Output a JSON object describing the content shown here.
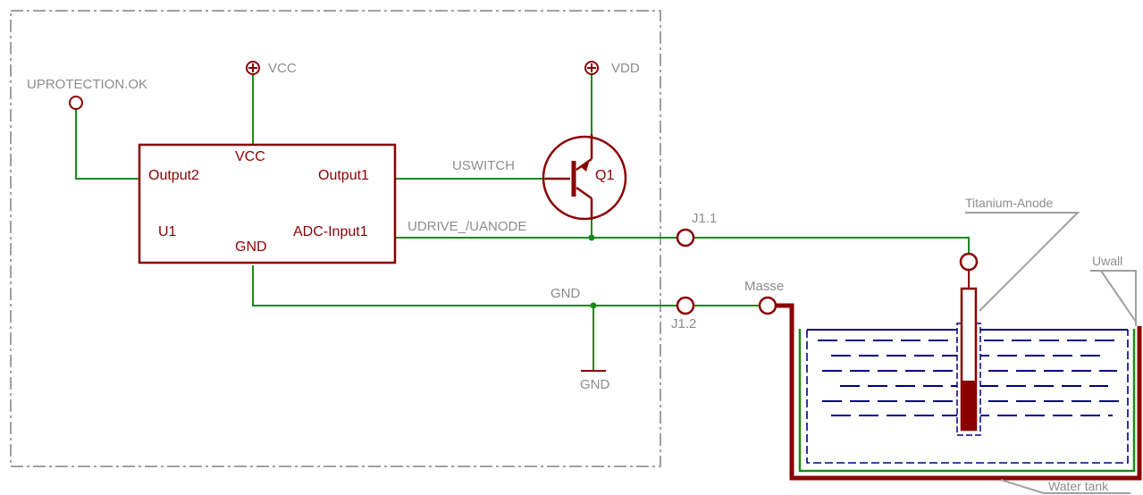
{
  "colors": {
    "wire": "#1a8a1a",
    "component": "#8b0000",
    "label": "#8c8c8c",
    "water": "#000080",
    "frame": "#a0a0a0"
  },
  "supplies": {
    "vcc": "VCC",
    "vdd": "VDD",
    "uprotection": "UPROTECTION.OK",
    "gnd_symbol": "GND"
  },
  "u1": {
    "name": "U1",
    "vcc_pin": "VCC",
    "gnd_pin": "GND",
    "output2": "Output2",
    "output1": "Output1",
    "adc_input1": "ADC-Input1"
  },
  "transistor": {
    "name": "Q1"
  },
  "nets": {
    "uswitch": "USWITCH",
    "udrive": "UDRIVE_/UANODE",
    "gnd": "GND"
  },
  "connectors": {
    "j1_1": "J1.1",
    "j1_2": "J1.2",
    "masse": "Masse"
  },
  "tank": {
    "anode": "Titanium-Anode",
    "wall": "Uwall",
    "name": "Water tank"
  }
}
